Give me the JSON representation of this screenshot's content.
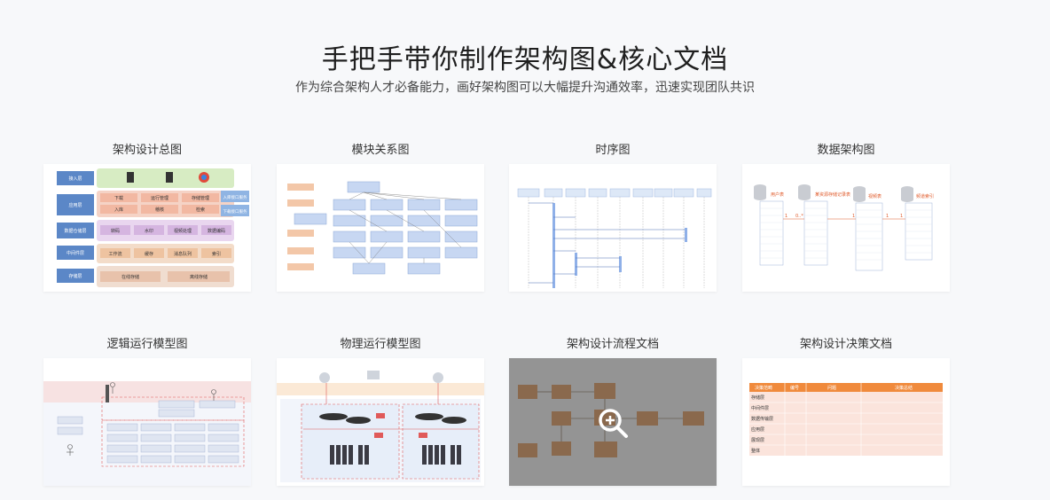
{
  "header": {
    "title": "手把手带你制作架构图&核心文档",
    "subtitle": "作为综合架构人才必备能力，画好架构图可以大幅提升沟通效率，迅速实现团队共识"
  },
  "cards": [
    {
      "label": "架构设计总图"
    },
    {
      "label": "模块关系图"
    },
    {
      "label": "时序图"
    },
    {
      "label": "数据架构图"
    },
    {
      "label": "逻辑运行模型图"
    },
    {
      "label": "物理运行模型图"
    },
    {
      "label": "架构设计流程文档"
    },
    {
      "label": "架构设计决策文档"
    }
  ],
  "thumbs": {
    "arch_overview": {
      "layers": [
        "接入层",
        "应用层",
        "数据仓储层",
        "中间件层",
        "存储层"
      ],
      "app_row1": [
        "下载",
        "运行管理",
        "存储管理"
      ],
      "app_row2": [
        "入库",
        "稽核",
        "检索"
      ],
      "app_side": [
        "入库接口服务",
        "下载接口服务"
      ],
      "data_row": [
        "转码",
        "水印",
        "视频处理",
        "数据编码"
      ],
      "middleware_row": [
        "工作流",
        "缓存",
        "消息队列",
        "索引"
      ],
      "storage_row": [
        "在线存储",
        "离线存储"
      ]
    },
    "data_arch": {
      "tables": [
        "用户表",
        "某资源存储记录表",
        "视频表",
        "频道索引"
      ],
      "cardinality": [
        "1",
        "0..*",
        "1",
        "1",
        "1"
      ]
    },
    "decision_doc": {
      "headers": [
        "决策范畴",
        "编号",
        "问题",
        "决策总结"
      ],
      "rows": [
        "存储层",
        "中间件层",
        "数据传输层",
        "应用层",
        "展现层",
        "整体"
      ]
    }
  },
  "colors": {
    "accent_orange": "#f08a3c",
    "panel_green": "#d7ecc3",
    "panel_blue": "#5b87c7",
    "overlay": "#505050"
  }
}
